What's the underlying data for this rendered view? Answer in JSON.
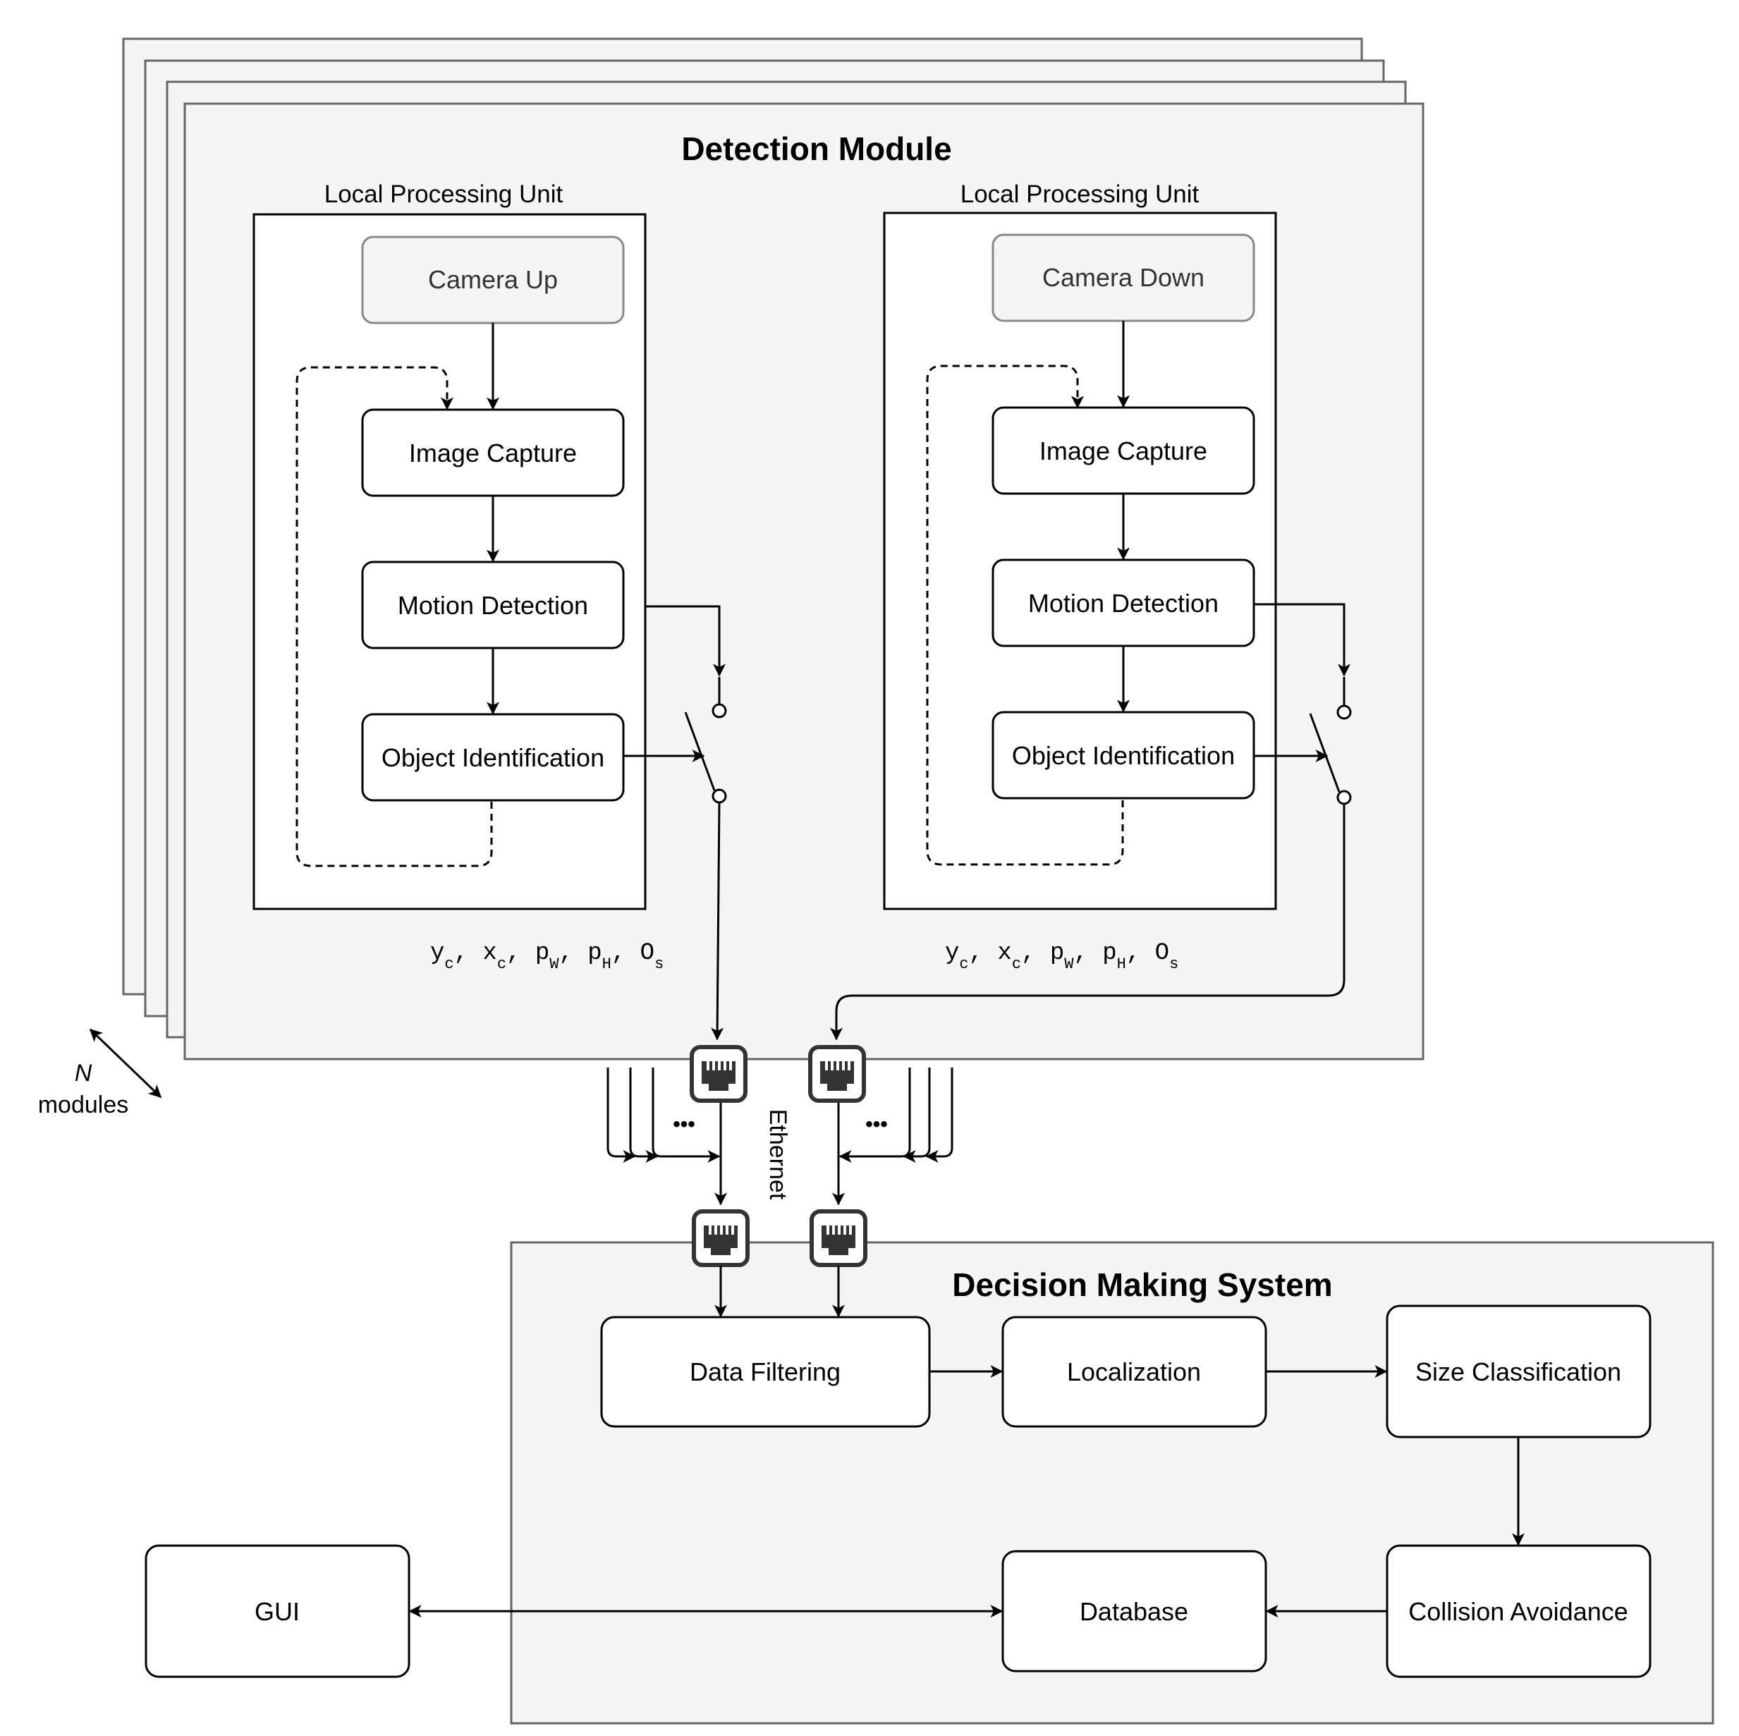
{
  "detection_module": {
    "title": "Detection Module",
    "units": [
      {
        "label": "Local Processing Unit",
        "camera": "Camera Up",
        "capture": "Image Capture",
        "motion": "Motion Detection",
        "identification": "Object Identification",
        "outputs": {
          "yc": "c",
          "xc": "c",
          "pw": "W",
          "ph": "H",
          "os": "s"
        }
      },
      {
        "label": "Local Processing Unit",
        "camera": "Camera Down",
        "capture": "Image Capture",
        "motion": "Motion Detection",
        "identification": "Object Identification",
        "outputs": {
          "yc": "c",
          "xc": "c",
          "pw": "W",
          "ph": "H",
          "os": "s"
        }
      }
    ],
    "stack": {
      "count_symbol": "N",
      "count_label": "modules"
    }
  },
  "network": {
    "label": "Ethernet",
    "ellipsis": "•••"
  },
  "decision_system": {
    "title": "Decision Making System",
    "blocks": {
      "filtering": "Data Filtering",
      "localization": "Localization",
      "size": "Size Classification",
      "collision": "Collision Avoidance",
      "database": "Database"
    }
  },
  "gui": "GUI",
  "colors": {
    "panel_fill": "#f5f5f5",
    "panel_stroke": "#666666",
    "camera_fill": "#f5f5f5",
    "camera_stroke": "#888888",
    "line": "#000000",
    "port": "#333333"
  }
}
